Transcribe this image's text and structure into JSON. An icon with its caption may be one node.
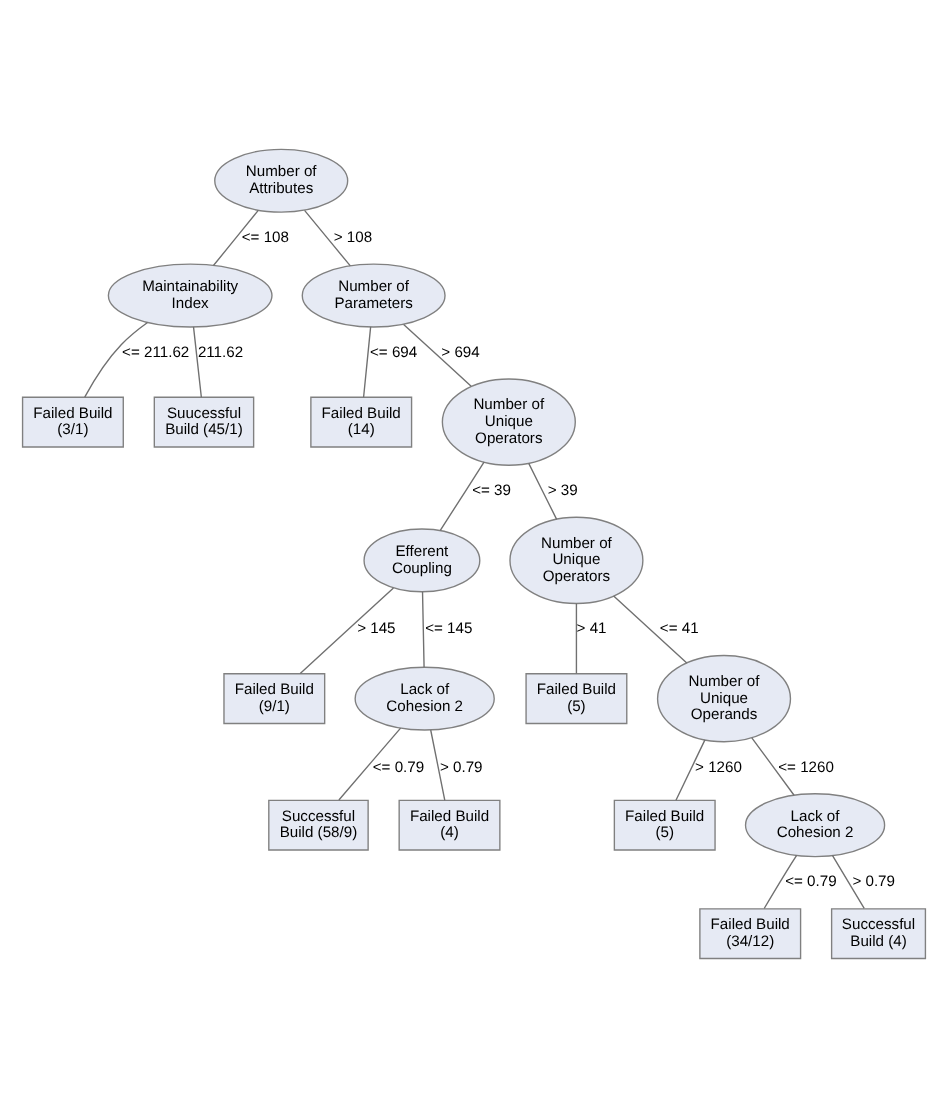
{
  "diagram": {
    "nodes": [
      {
        "text": [
          "Number of Attributes"
        ]
      },
      {
        "text": [
          "Maintainability Index"
        ]
      },
      {
        "text": [
          "Number of Parameters"
        ]
      },
      {
        "text": [
          "Failed Build (3/1)"
        ]
      },
      {
        "text": [
          "Suucessful Build (45/1)"
        ]
      },
      {
        "text": [
          "Failed Build (14)"
        ]
      },
      {
        "text": [
          "Number of Unique Operators"
        ]
      },
      {
        "text": [
          "Efferent Coupling"
        ]
      },
      {
        "text": [
          "Number of Unique Operators"
        ]
      },
      {
        "text": [
          "Failed Build (9/1)"
        ]
      },
      {
        "text": [
          "Failed Build (5)"
        ]
      },
      {
        "text": [
          "Lack of Cohesion 2"
        ]
      },
      {
        "text": [
          "Number of Unique Operands"
        ]
      },
      {
        "text": [
          "Successful Build (58/9)"
        ]
      },
      {
        "text": [
          "Failed Build (5)"
        ]
      },
      {
        "text": [
          "Failed Build (4)"
        ]
      },
      {
        "text": [
          "Lack of Cohesion 2"
        ]
      },
      {
        "text": [
          "Failed Build (34/12)"
        ]
      },
      {
        "text": [
          "Successful Build (4)"
        ]
      }
    ],
    "edges": [
      {
        "from": 0,
        "to": 1,
        "arrow": "none",
        "label": "<= 108"
      },
      {
        "from": 0,
        "to": 2,
        "arrow": "none",
        "label": "> 108"
      },
      {
        "from": 1,
        "to": 3,
        "arrow": "none",
        "label": "<= 211.62"
      },
      {
        "from": 1,
        "to": 4,
        "arrow": "none",
        "label": "211.62"
      },
      {
        "from": 2,
        "to": 5,
        "arrow": "none",
        "label": "<= 694"
      },
      {
        "from": 2,
        "to": 6,
        "arrow": "none",
        "label": "> 694"
      },
      {
        "from": 6,
        "to": 7,
        "arrow": "none",
        "label": "<= 39"
      },
      {
        "from": 6,
        "to": 8,
        "arrow": "none",
        "label": "> 39"
      },
      {
        "from": 7,
        "to": 11,
        "arrow": "none",
        "label": "<= 145"
      },
      {
        "from": 7,
        "to": 9,
        "arrow": "none",
        "label": "> 145"
      },
      {
        "from": 8,
        "to": 12,
        "arrow": "none",
        "label": "<= 41"
      },
      {
        "from": 8,
        "to": 10,
        "arrow": "none",
        "label": "> 41"
      },
      {
        "from": 11,
        "to": 13,
        "arrow": "none",
        "label": "<= 0.79"
      },
      {
        "from": 11,
        "to": 15,
        "arrow": "none",
        "label": "> 0.79"
      },
      {
        "from": 12,
        "to": 16,
        "arrow": "none",
        "label": "<= 1260"
      },
      {
        "from": 12,
        "to": 14,
        "arrow": "none",
        "label": "> 1260"
      },
      {
        "from": 16,
        "to": 17,
        "arrow": "none",
        "label": "<= 0.79"
      },
      {
        "from": 16,
        "to": 18,
        "arrow": "none",
        "label": "> 0.79"
      }
    ]
  }
}
